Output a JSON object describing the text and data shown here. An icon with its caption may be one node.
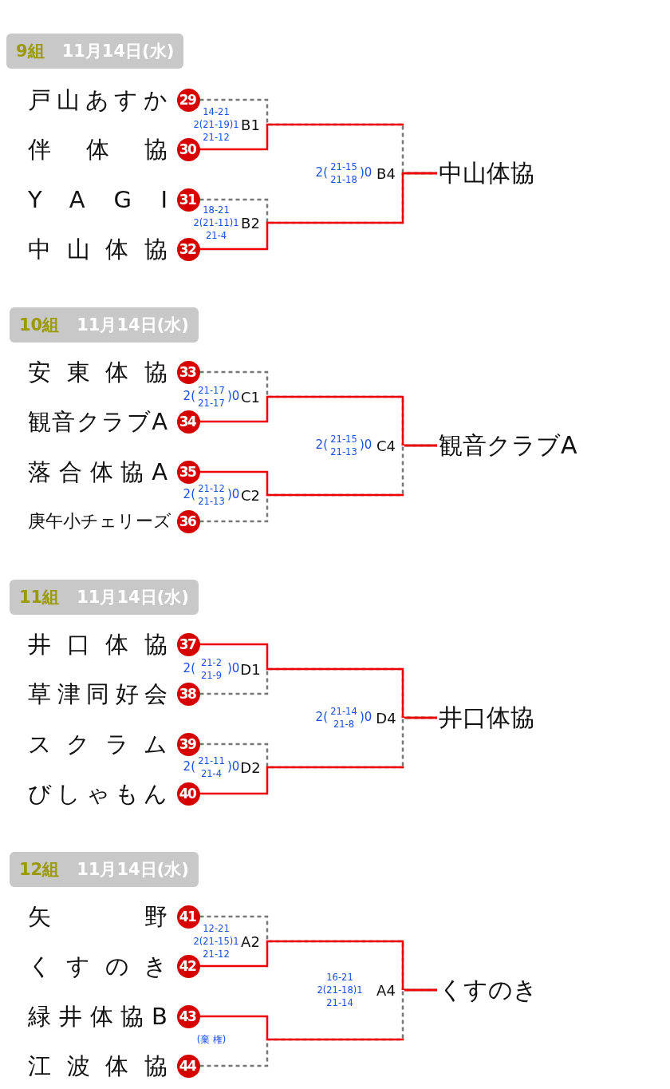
{
  "diagram": {
    "nodes": [
      {
        "text": [
          "9組",
          "11月14日(水)"
        ]
      },
      {
        "text": [
          "29"
        ],
        "beside": [
          "戸山あすか"
        ]
      },
      {
        "text": [
          "30"
        ],
        "beside": [
          "伴体協"
        ]
      },
      {
        "text": [
          "31"
        ],
        "beside": [
          "YAGI"
        ]
      },
      {
        "text": [
          "32"
        ],
        "beside": [
          "中山体協"
        ]
      },
      {
        "text": [
          "中山体協"
        ]
      },
      {
        "text": [
          "10組",
          "11月14日(水)"
        ]
      },
      {
        "text": [
          "33"
        ],
        "beside": [
          "安東体協"
        ]
      },
      {
        "text": [
          "34"
        ],
        "beside": [
          "観音クラブA"
        ]
      },
      {
        "text": [
          "35"
        ],
        "beside": [
          "落合体協A"
        ]
      },
      {
        "text": [
          "36"
        ],
        "beside": [
          "庚午小チェリーズ"
        ]
      },
      {
        "text": [
          "観音クラブA"
        ]
      },
      {
        "text": [
          "11組",
          "11月14日(水)"
        ]
      },
      {
        "text": [
          "37"
        ],
        "beside": [
          "井口体協"
        ]
      },
      {
        "text": [
          "38"
        ],
        "beside": [
          "草津同好会"
        ]
      },
      {
        "text": [
          "39"
        ],
        "beside": [
          "スクラム"
        ]
      },
      {
        "text": [
          "40"
        ],
        "beside": [
          "びしゃもん"
        ]
      },
      {
        "text": [
          "井口体協"
        ]
      },
      {
        "text": [
          "12組",
          "11月14日(水)"
        ]
      },
      {
        "text": [
          "41"
        ],
        "beside": [
          "矢野"
        ]
      },
      {
        "text": [
          "42"
        ],
        "beside": [
          "くすのき"
        ]
      },
      {
        "text": [
          "43"
        ],
        "beside": [
          "緑井体協B"
        ]
      },
      {
        "text": [
          "44"
        ],
        "beside": [
          "江波体協"
        ]
      },
      {
        "text": [
          "くすのき"
        ]
      }
    ],
    "edges": [
      {
        "from": 1,
        "to": 5,
        "arrow": "none",
        "style": "dashed",
        "color": "#777777"
      },
      {
        "from": 2,
        "to": 5,
        "arrow": "none",
        "color": "#ee0000"
      },
      {
        "from": 3,
        "to": 5,
        "arrow": "none",
        "style": "dashed",
        "color": "#777777"
      },
      {
        "from": 4,
        "to": 5,
        "arrow": "none",
        "color": "#ee0000"
      },
      {
        "from": 7,
        "to": 11,
        "arrow": "none",
        "style": "dashed",
        "color": "#777777"
      },
      {
        "from": 8,
        "to": 11,
        "arrow": "none",
        "color": "#ee0000"
      },
      {
        "from": 9,
        "to": 11,
        "arrow": "none",
        "color": "#ee0000"
      },
      {
        "from": 10,
        "to": 11,
        "arrow": "none",
        "style": "dashed",
        "color": "#777777"
      },
      {
        "from": 13,
        "to": 17,
        "arrow": "none",
        "color": "#ee0000"
      },
      {
        "from": 14,
        "to": 17,
        "arrow": "none",
        "style": "dashed",
        "color": "#777777"
      },
      {
        "from": 15,
        "to": 17,
        "arrow": "none",
        "style": "dashed",
        "color": "#777777"
      },
      {
        "from": 16,
        "to": 17,
        "arrow": "none",
        "color": "#ee0000"
      },
      {
        "from": 19,
        "to": 23,
        "arrow": "none",
        "style": "dashed",
        "color": "#777777"
      },
      {
        "from": 20,
        "to": 23,
        "arrow": "none",
        "color": "#ee0000"
      },
      {
        "from": 21,
        "to": 23,
        "arrow": "none",
        "color": "#ee0000"
      },
      {
        "from": 22,
        "to": 23,
        "arrow": "none",
        "style": "dashed",
        "color": "#777777"
      }
    ],
    "labels": [
      "14-21",
      "2(21-19)1",
      "21-12",
      "B1",
      "2(",
      "21-15",
      "21-18",
      ")0",
      "B4",
      "18-21",
      "2(21-11)1",
      "21-4",
      "B2",
      "2(",
      "21-17",
      "21-17",
      ")0",
      "C1",
      "2(",
      "21-15",
      "21-13",
      ")0",
      "C4",
      "2(",
      "21-12",
      "21-13",
      ")0",
      "C2",
      "2(",
      "21-2",
      "21-9",
      ")0",
      "D1",
      "2(",
      "21-14",
      "21-8",
      ")0",
      "D4",
      "2(",
      "21-11",
      "21-4",
      ")0",
      "D2",
      "12-21",
      "2(21-15)1",
      "21-12",
      "A2",
      "16-21",
      "2(21-18)1",
      "21-14",
      "A4",
      "(棄 権)"
    ]
  }
}
